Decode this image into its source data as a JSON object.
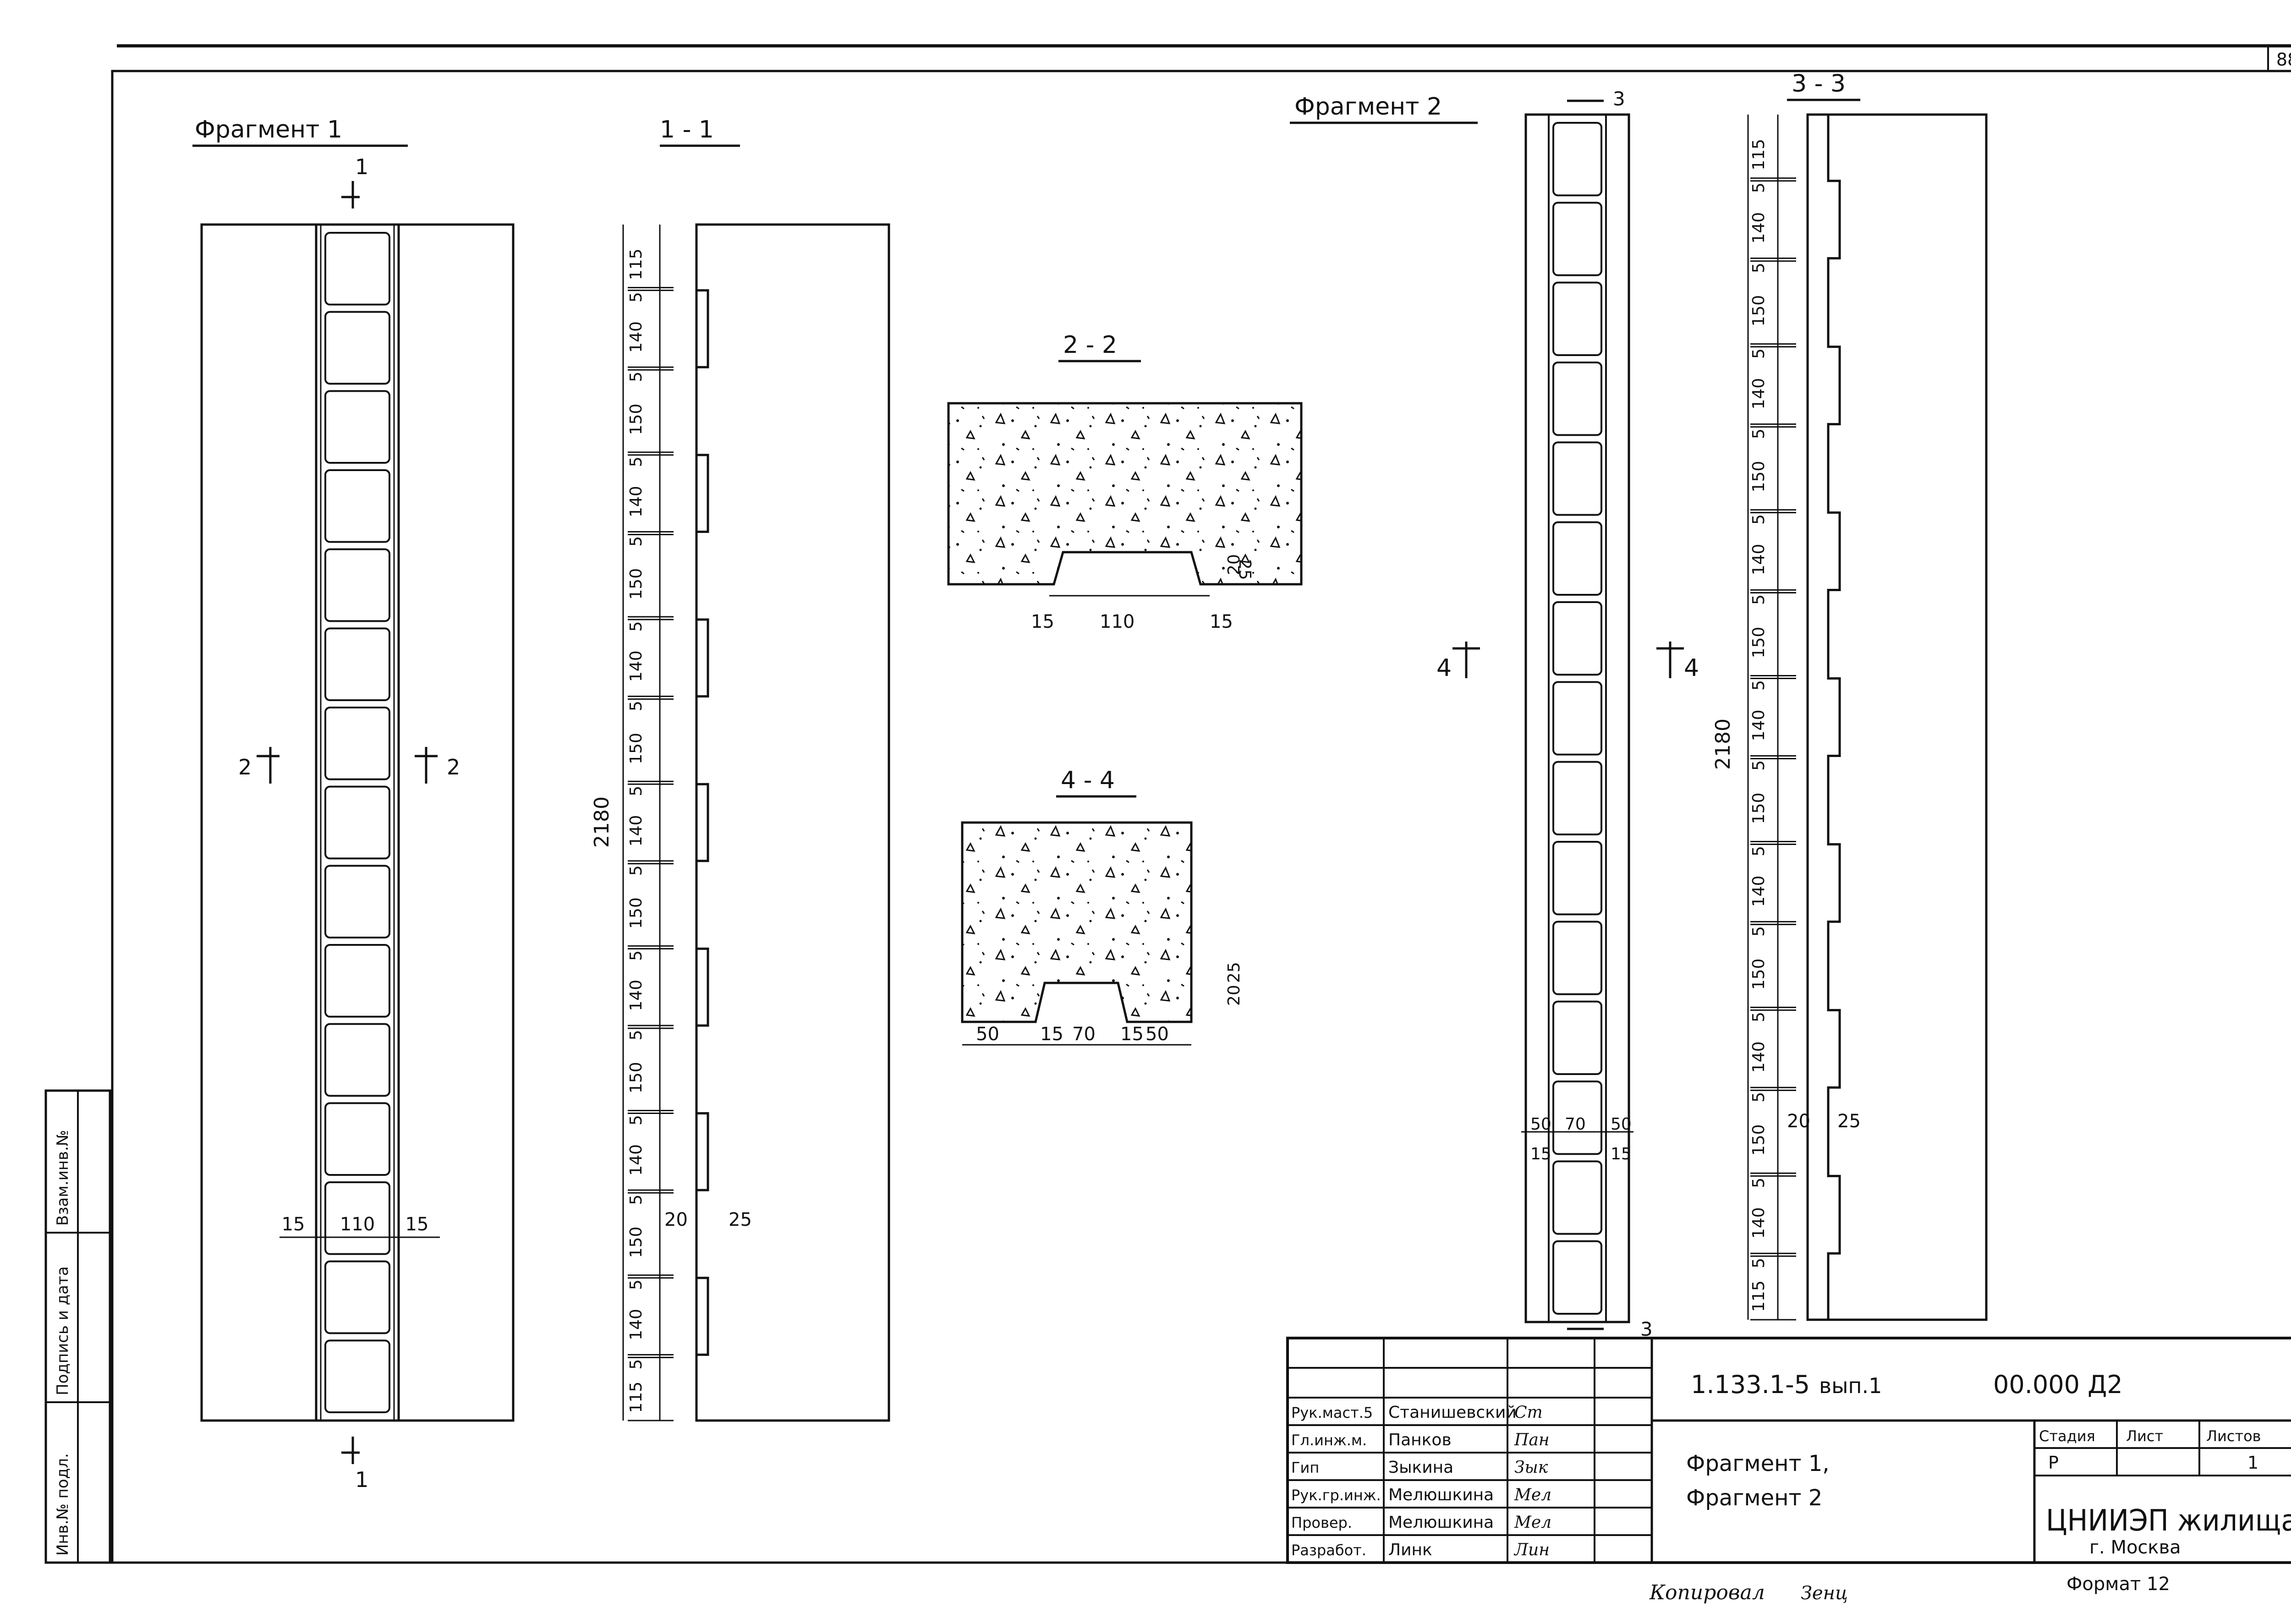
{
  "sheet": {
    "page_number": "88",
    "copied_label": "Копировал",
    "copied_signature": "Зенц",
    "format_label": "Формат 12"
  },
  "fragment1": {
    "title": "Фрагмент 1",
    "cut_mark_top": "1",
    "cut_mark_bottom": "1",
    "cut_left": "2",
    "cut_right": "2",
    "dims": [
      "15",
      "110",
      "15"
    ]
  },
  "section_1_1": {
    "title": "1 - 1",
    "overall": "2180",
    "dims": [
      "115",
      "5",
      "140",
      "5",
      "150",
      "5",
      "140",
      "5",
      "150",
      "5",
      "140",
      "5",
      "150",
      "5",
      "140",
      "5",
      "150",
      "5",
      "140",
      "5",
      "150",
      "5",
      "140",
      "5",
      "150",
      "5",
      "140",
      "5",
      "115"
    ],
    "depth_dims": [
      "20",
      "25"
    ]
  },
  "section_2_2": {
    "title": "2 - 2",
    "bottom_dims": [
      "15",
      "110",
      "15"
    ],
    "side_dims": [
      "25",
      "20"
    ]
  },
  "section_4_4": {
    "title": "4 - 4",
    "bottom_dims": [
      "50",
      "15",
      "70",
      "15",
      "50"
    ],
    "side_dims": [
      "20",
      "25"
    ]
  },
  "fragment2": {
    "title": "Фрагмент 2",
    "cut_mark_top": "3",
    "cut_mark_bottom": "3",
    "cut_left": "4",
    "cut_right": "4",
    "dims_top": [
      "50",
      "70",
      "50"
    ],
    "dims_bottom": [
      "15",
      "15"
    ]
  },
  "section_3_3": {
    "title": "3 - 3",
    "overall": "2180",
    "dims": [
      "115",
      "5",
      "140",
      "5",
      "150",
      "5",
      "140",
      "5",
      "150",
      "5",
      "140",
      "5",
      "150",
      "5",
      "140",
      "5",
      "150",
      "5",
      "140",
      "5",
      "150",
      "5",
      "140",
      "5",
      "150",
      "5",
      "140",
      "5",
      "115"
    ],
    "depth_dims": [
      "20",
      "25"
    ]
  },
  "side_stamp": {
    "cells": [
      "Инв.№ подл.",
      "Подпись и дата",
      "Взам.инв.№"
    ]
  },
  "title_block": {
    "doc_code": "1.133.1-5",
    "issue": "вып.1",
    "drawing_no": "00.000 Д2",
    "sheet_title_line1": "Фрагмент 1,",
    "sheet_title_line2": "Фрагмент 2",
    "stage_header": "Стадия",
    "sheet_header": "Лист",
    "sheets_header": "Листов",
    "stage_value": "Р",
    "sheet_value": "",
    "sheets_value": "1",
    "org_name": "ЦНИИЭП жилища",
    "org_city": "г. Москва",
    "staff": [
      {
        "role": "Рук.маст.5",
        "name": "Станишевский",
        "sign": "Ст"
      },
      {
        "role": "Гл.инж.м.",
        "name": "Панков",
        "sign": "Пан"
      },
      {
        "role": "Гип",
        "name": "Зыкина",
        "sign": "Зык"
      },
      {
        "role": "Рук.гр.инж.",
        "name": "Мелюшкина",
        "sign": "Мел"
      },
      {
        "role": "Провер.",
        "name": "Мелюшкина",
        "sign": "Мел"
      },
      {
        "role": "Разработ.",
        "name": "Линк",
        "sign": "Лин"
      }
    ]
  }
}
